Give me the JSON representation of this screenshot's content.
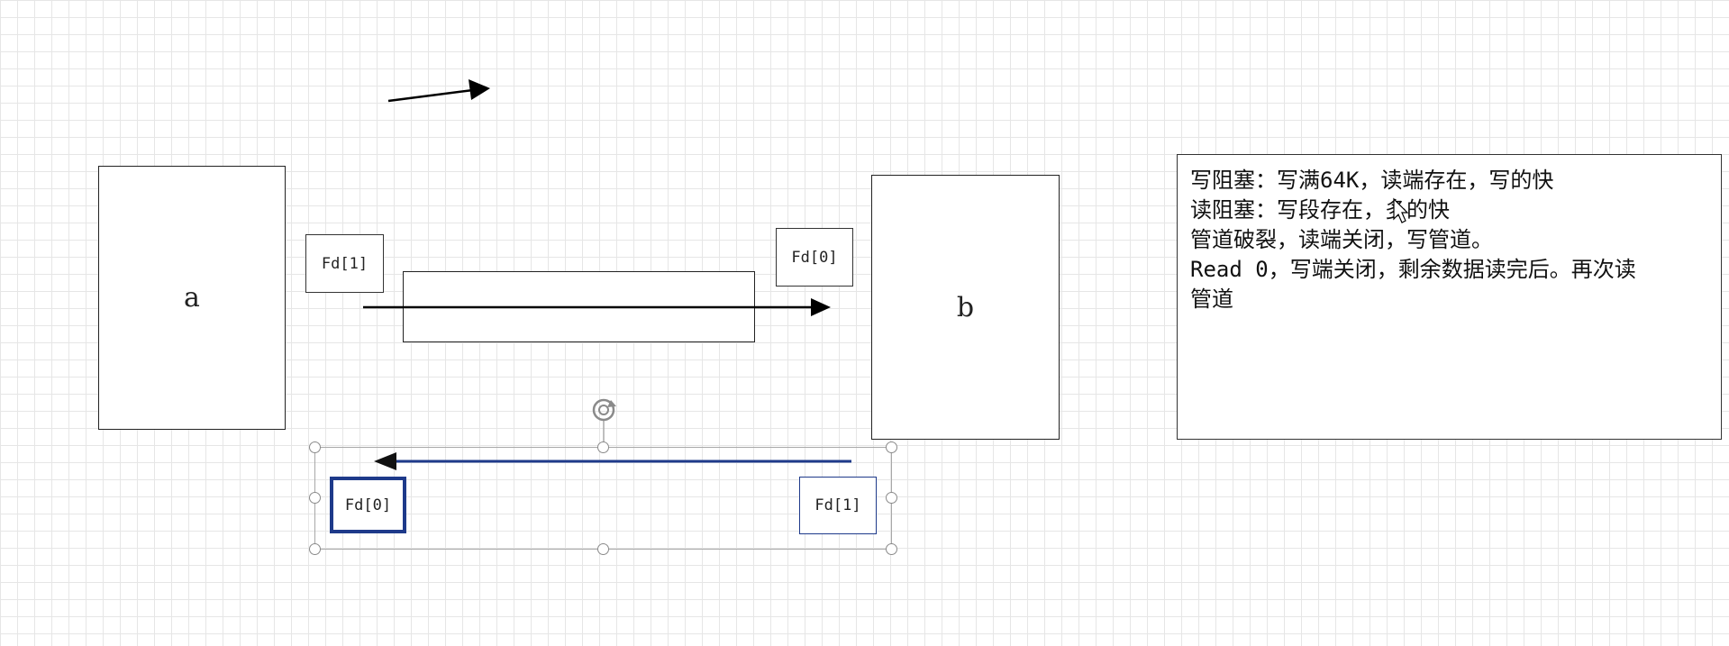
{
  "diagram": {
    "process_a": "a",
    "process_b": "b",
    "top_fd_write_label": "Fd[1]",
    "top_fd_read_label": "Fd[0]",
    "bottom_fd_read_label": "Fd[0]",
    "bottom_fd_write_label": "Fd[1]",
    "note_lines": [
      "写阻塞：写满64K，读端存在，写的快",
      "读阻塞：写段存在，多的快",
      "管道破裂，读端关闭，写管道。",
      "Read 0，写端关闭，剩余数据读完后。再次读",
      "管道"
    ]
  },
  "colors": {
    "grid": "#e6e6e6",
    "stroke": "#000000",
    "selected_blue": "#1e3a8a",
    "handle_gray": "#8a8a8a"
  },
  "icons": {
    "rotate_handle": "rotate-icon",
    "cursor": "pointer-cursor-icon"
  }
}
